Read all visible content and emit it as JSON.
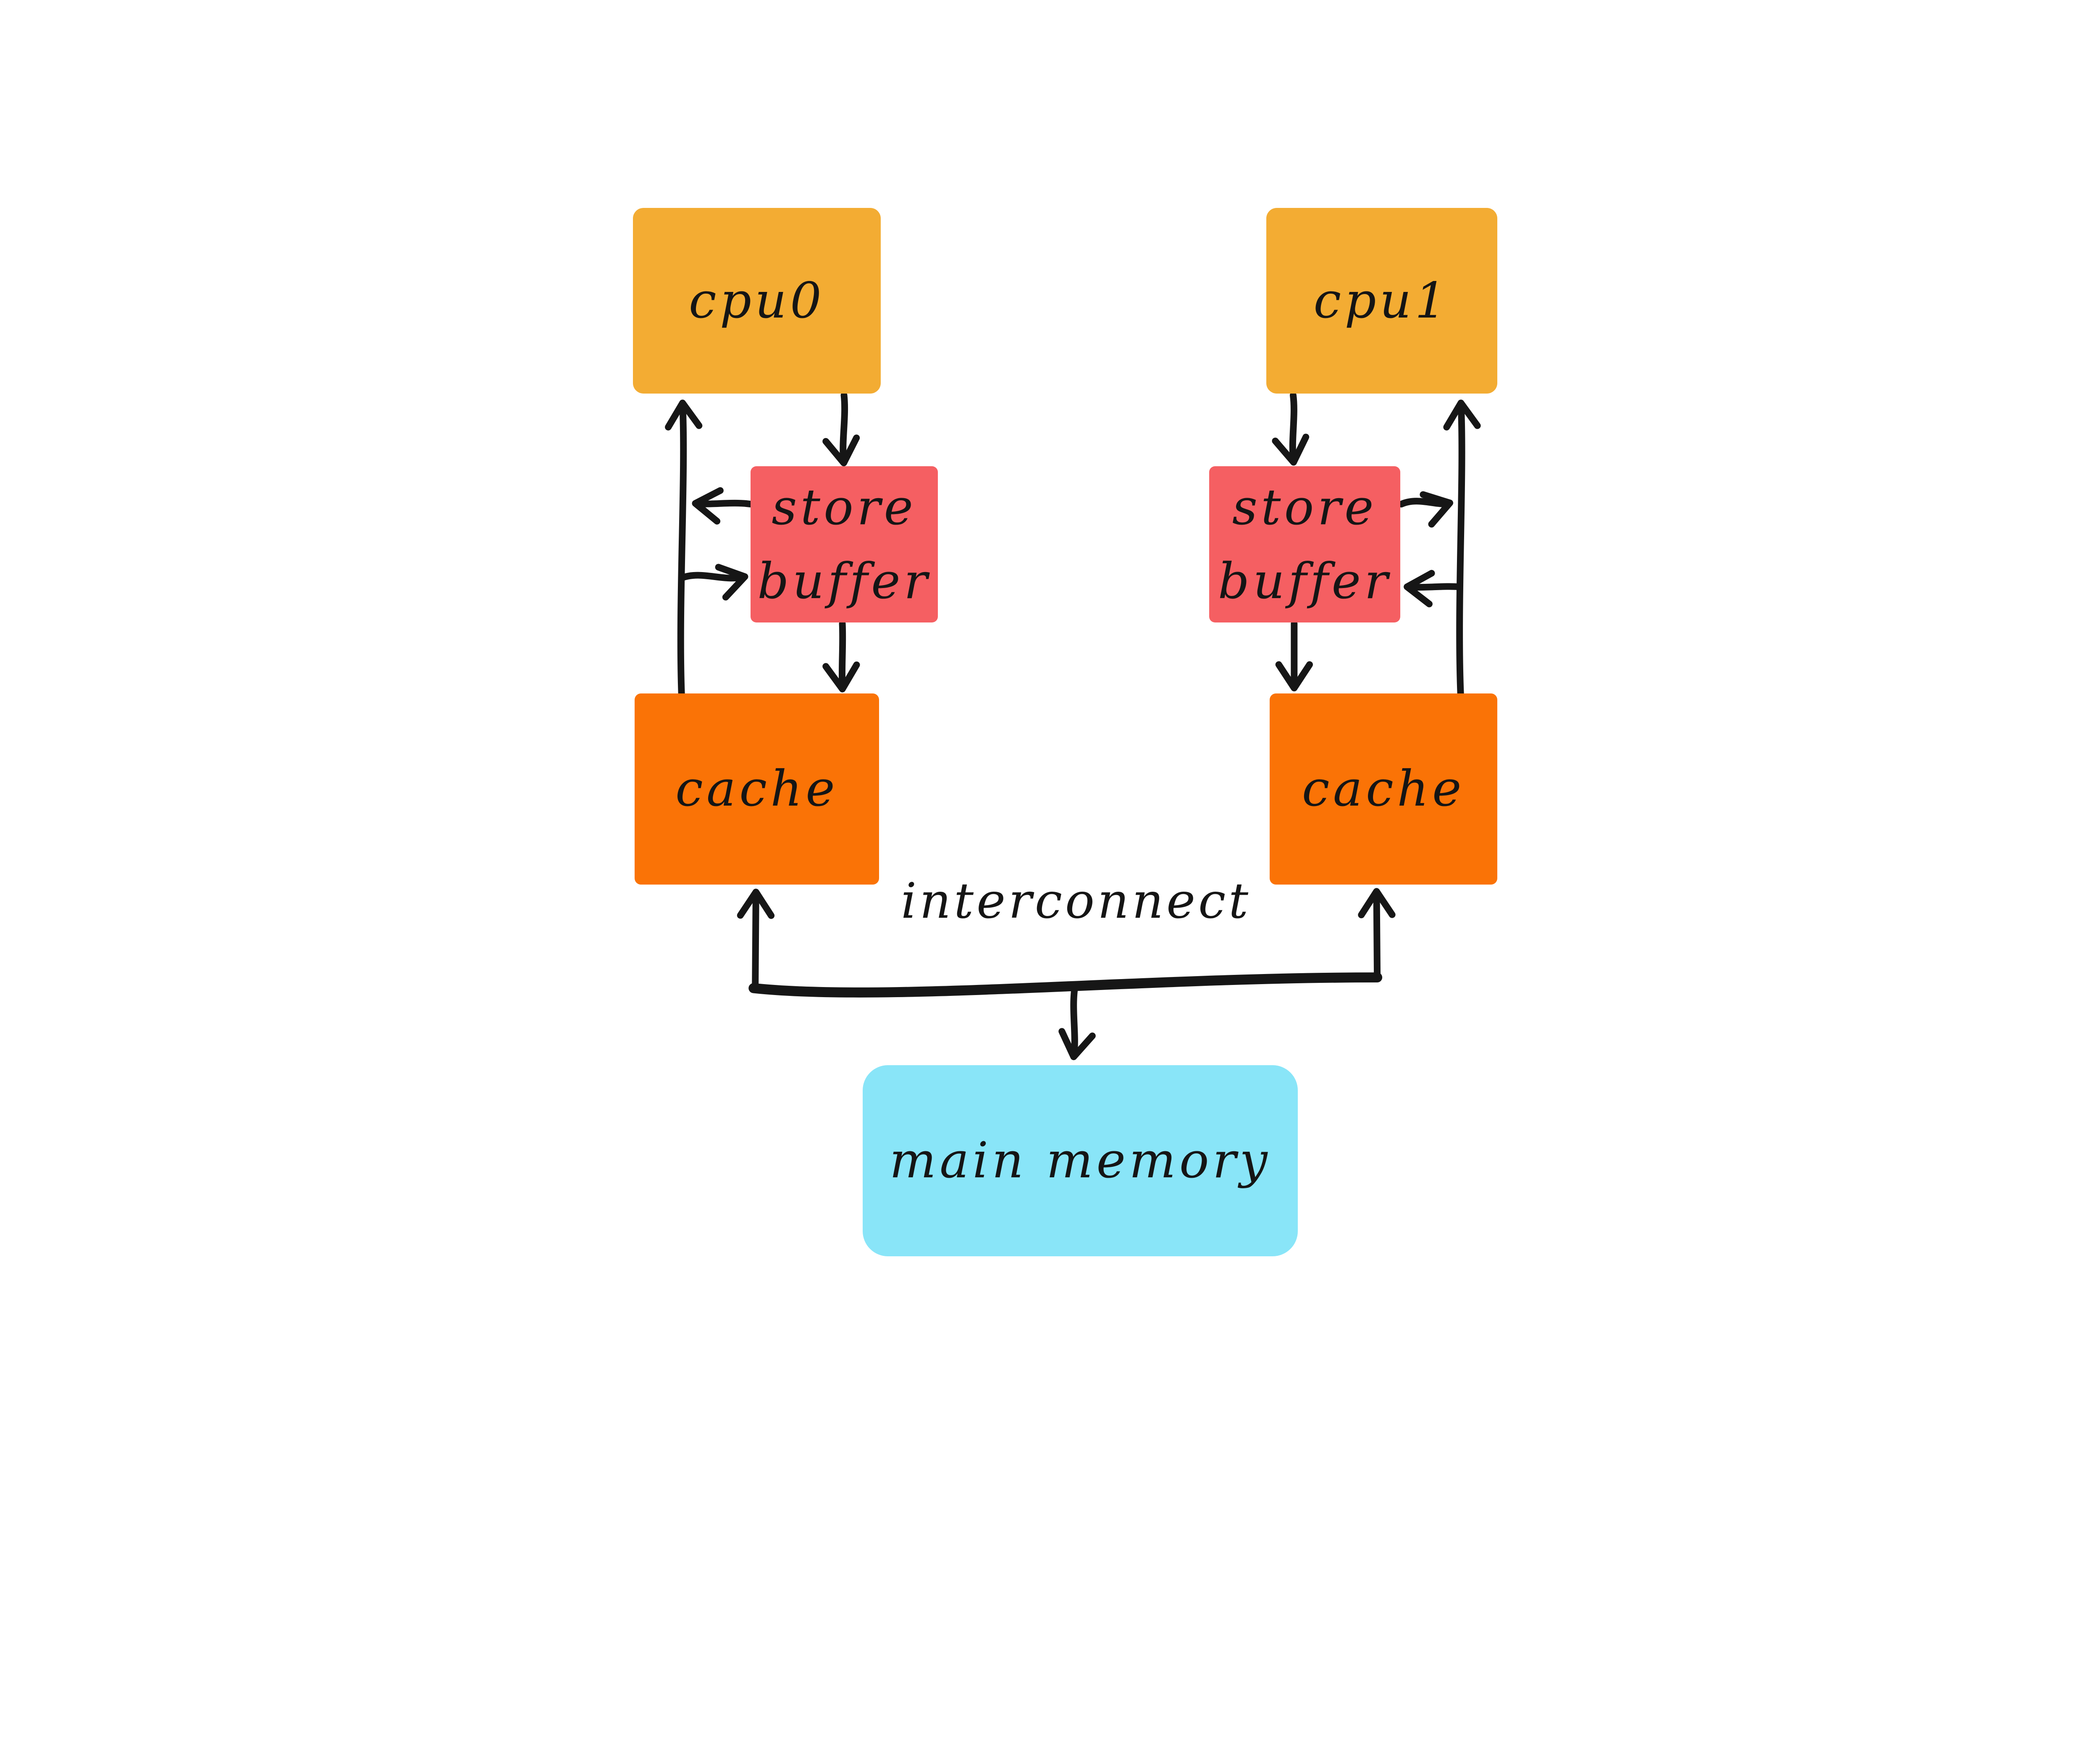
{
  "diagram": {
    "background": "#FFFFFF",
    "stroke_color": "#161616",
    "nodes": {
      "cpu0": {
        "label": "cpu0",
        "color": "#F3AC33"
      },
      "cpu1": {
        "label": "cpu1",
        "color": "#F3AC33"
      },
      "store_buffer_0": {
        "label": "store buffer",
        "color": "#F55F62"
      },
      "store_buffer_1": {
        "label": "store buffer",
        "color": "#F55F62"
      },
      "cache_0": {
        "label": "cache",
        "color": "#FA7306"
      },
      "cache_1": {
        "label": "cache",
        "color": "#FA7306"
      },
      "main_memory": {
        "label": "main memory",
        "color": "#89E5F8"
      }
    },
    "annotations": {
      "interconnect_label": "interconnect"
    },
    "edges": [
      {
        "from": "cache_0",
        "to": "cpu0",
        "via": "left cpu bus"
      },
      {
        "from": "cpu0",
        "to": "store_buffer_0"
      },
      {
        "from": "store_buffer_0",
        "to": "left cpu bus"
      },
      {
        "from": "left cpu bus",
        "to": "store_buffer_0"
      },
      {
        "from": "store_buffer_0",
        "to": "cache_0"
      },
      {
        "from": "interconnect",
        "to": "cache_0"
      },
      {
        "from": "interconnect",
        "to": "cache_1"
      },
      {
        "from": "interconnect",
        "to": "main_memory"
      },
      {
        "from": "cpu1",
        "to": "store_buffer_1"
      },
      {
        "from": "cache_1",
        "to": "cpu1",
        "via": "right cpu bus"
      },
      {
        "from": "store_buffer_1",
        "to": "right cpu bus"
      },
      {
        "from": "right cpu bus",
        "to": "store_buffer_1"
      },
      {
        "from": "store_buffer_1",
        "to": "cache_1"
      }
    ]
  }
}
